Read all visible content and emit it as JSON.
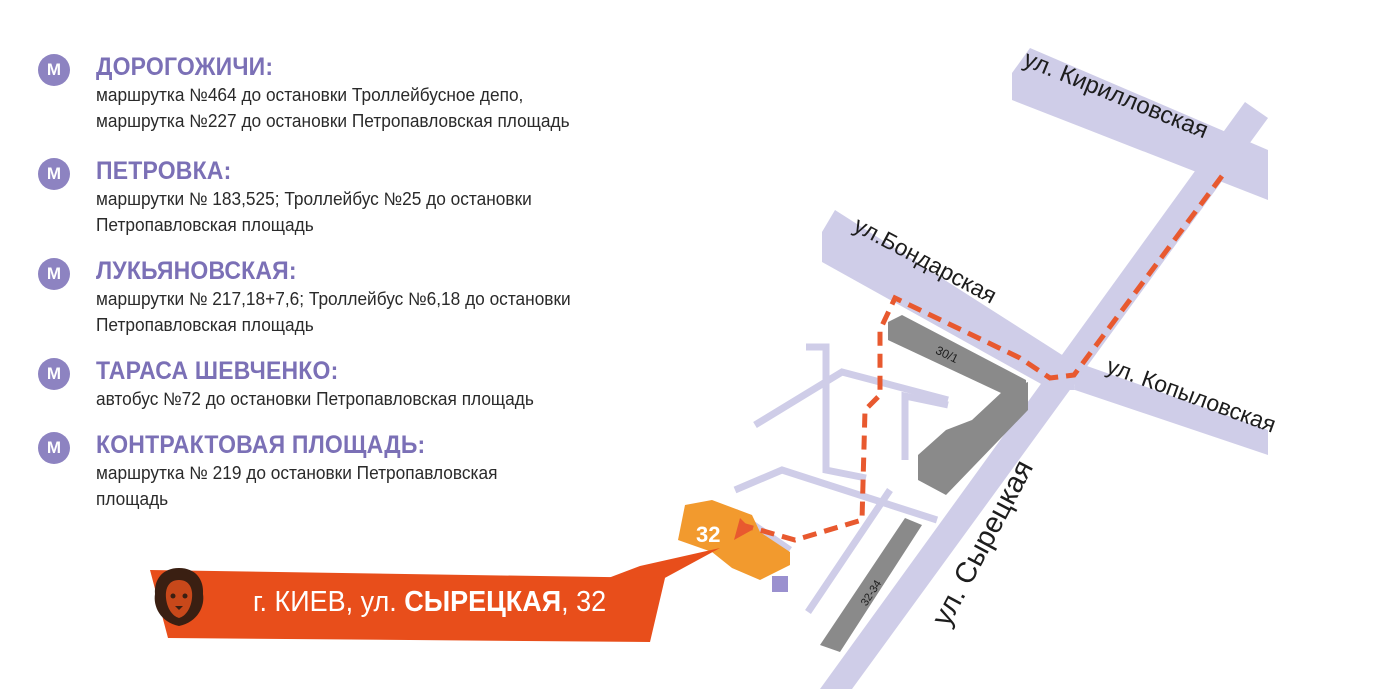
{
  "routes": [
    {
      "station": "ДОРОГОЖИЧИ:",
      "description": "маршрутка №464 до остановки Троллейбусное депо,\nмаршрутка №227 до остановки Петропавловская площадь"
    },
    {
      "station": "ПЕТРОВКА:",
      "description": "маршрутки № 183,525; Троллейбус  №25 до остановки\nПетропавловская площадь"
    },
    {
      "station": "ЛУКЬЯНОВСКАЯ:",
      "description": "маршрутки № 217,18+7,6; Троллейбус  №6,18 до остановки\nПетропавловская площадь"
    },
    {
      "station": "ТАРАСА ШЕВЧЕНКО:",
      "description": "автобус  №72 до остановки Петропавловская площадь"
    },
    {
      "station": "КОНТРАКТОВАЯ ПЛОЩАДЬ:",
      "description": "маршрутка № 219 до остановки Петропавловская\nплощадь"
    }
  ],
  "metro_badge": "M",
  "map": {
    "streets": {
      "kirillovskaya": "ул. Кирилловская",
      "bondarskaya": "ул.Бондарская",
      "kopylovskaya": "ул. Копыловская",
      "syretskaya": "ул. Сырецкая"
    },
    "buildings": {
      "b30_1": "30/1",
      "b32_34": "32-34",
      "b32": "32"
    }
  },
  "address": {
    "prefix": "г. КИЕВ, ул. ",
    "street": "СЫРЕЦКАЯ",
    "number": ", 32"
  },
  "colors": {
    "metro": "#8d83c1",
    "street": "#cfcde8",
    "building": "#8a8a8a",
    "target": "#f29a2e",
    "route": "#e8592f",
    "banner": "#e84e1b"
  }
}
